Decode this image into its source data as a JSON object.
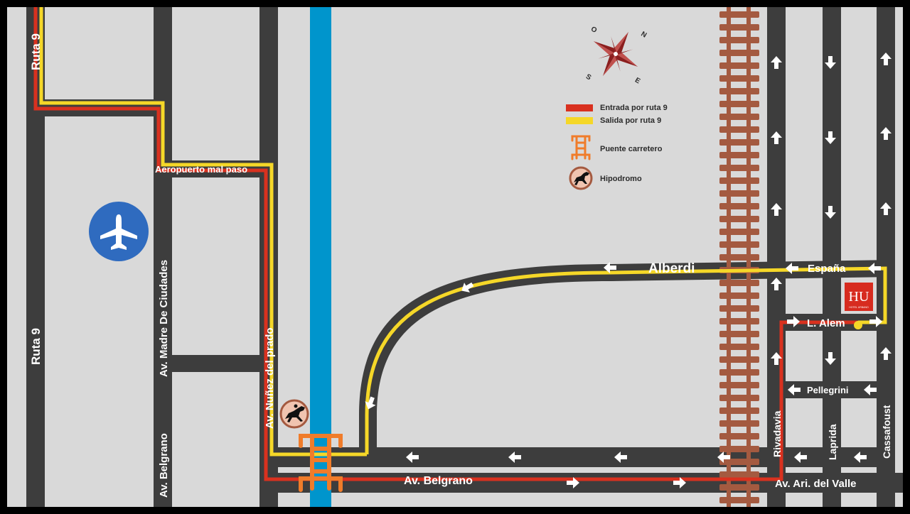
{
  "map": {
    "colors": {
      "frame": "#000000",
      "background": "#d9d9d9",
      "road": "#3d3d3d",
      "river": "#0095cc",
      "rail": "#a45a40",
      "entry_route": "#d9311f",
      "exit_route": "#f5d728",
      "airport": "#2f6bbf",
      "bridge": "#f07c2a",
      "hotel": "#d72b1f",
      "arrows": "#ffffff"
    },
    "icons": {
      "airport": "airplane-icon",
      "bridge": "bridge-icon",
      "racecourse": "horse-racing-icon",
      "hotel": "hotel-logo",
      "compass": "compass-rose-icon"
    },
    "streets": {
      "ruta9_top": "Ruta 9",
      "ruta9_bottom": "Ruta 9",
      "aeropuerto": "Aeropuerto mal paso",
      "madre_ciudades": "Av. Madre De Ciudades",
      "belgrano_vertical": "Av. Belgrano",
      "nunez_prado": "Av. Nuñez del prado",
      "alberdi": "Alberdi",
      "espana": "España",
      "alem": "L. Alem",
      "pellegrini": "Pellegrini",
      "rivadavia": "Rivadavia",
      "laprida": "Laprida",
      "cassafoust": "Cassafoust",
      "belgrano_horizontal": "Av. Belgrano",
      "ari_del_valle": "Av. Ari. del Valle"
    },
    "legend": {
      "entry": "Entrada por ruta 9",
      "exit": "Salida por ruta 9",
      "bridge": "Puente carretero",
      "racecourse": "Hipodromo"
    },
    "compass": {
      "north": "N",
      "south": "S",
      "east": "E",
      "west": "O"
    },
    "hotel": {
      "logo_text": "HU",
      "sub_text": "HOTEL URBANO"
    }
  }
}
